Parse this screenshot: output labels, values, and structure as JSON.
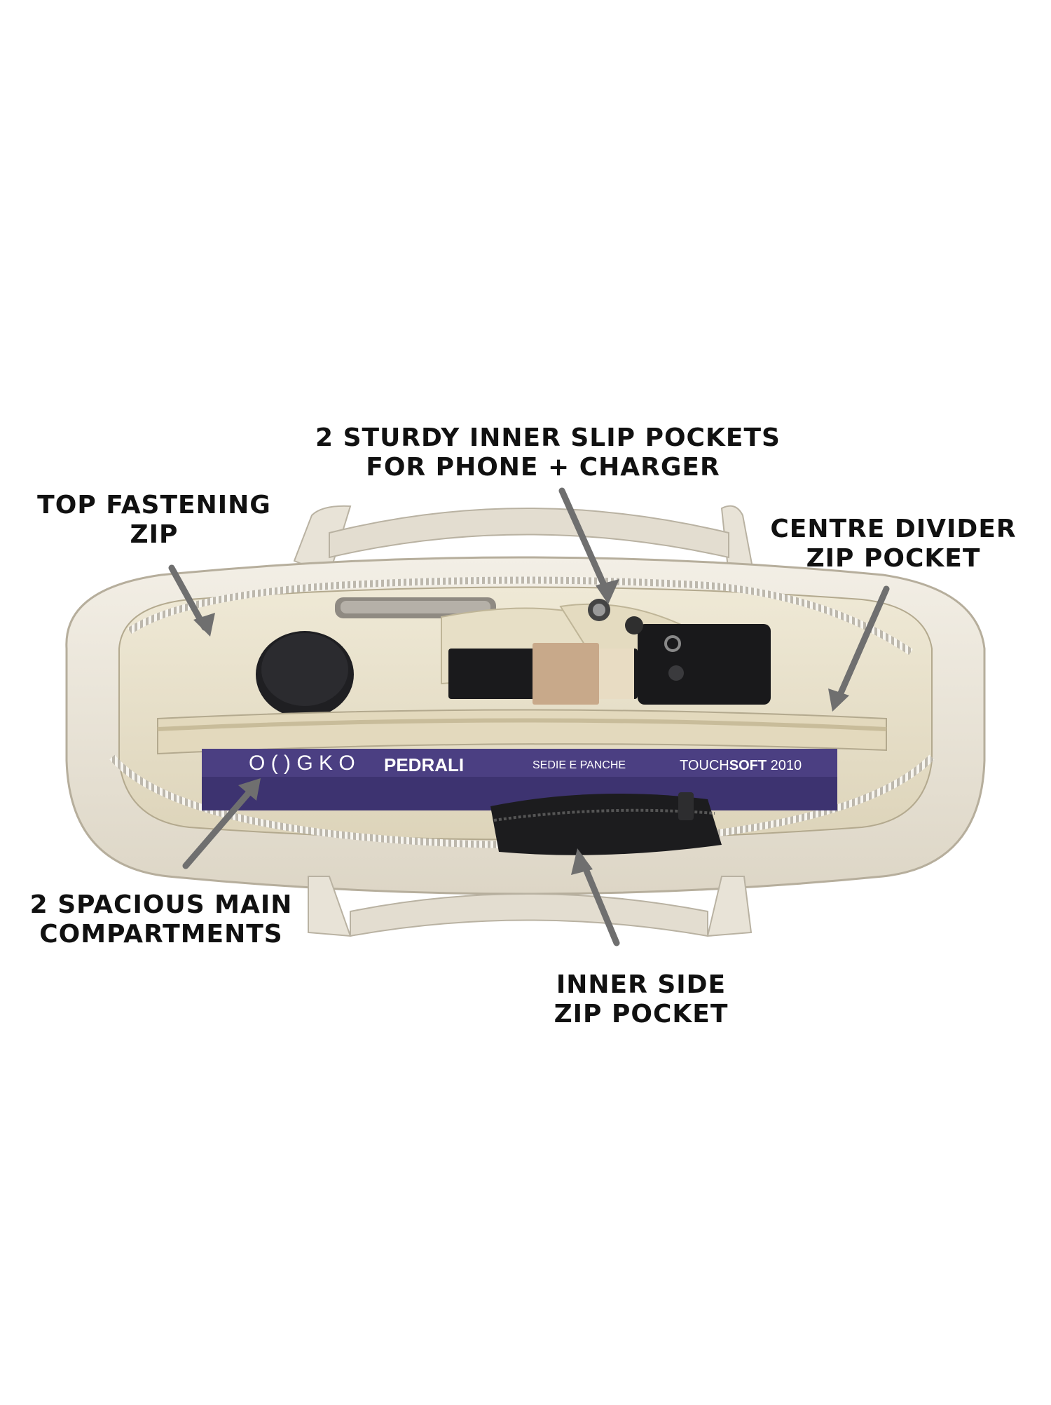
{
  "callouts": {
    "slip_pockets": {
      "line1": "2 STURDY INNER SLIP POCKETS",
      "line2": "FOR PHONE + CHARGER"
    },
    "top_zip": {
      "line1": "TOP FASTENING",
      "line2": "ZIP"
    },
    "centre_divider": {
      "line1": "CENTRE DIVIDER",
      "line2": "ZIP POCKET"
    },
    "main_compartments": {
      "line1": "2 SPACIOUS MAIN",
      "line2": "COMPARTMENTS"
    },
    "side_pocket": {
      "line1": "INNER SIDE",
      "line2": "ZIP POCKET"
    }
  },
  "book": {
    "title": "PEDRALI",
    "subtitle": "SEDIE E PANCHE",
    "edition_prefix": "TOUCH",
    "edition_bold": "SOFT",
    "edition_year": " 2010"
  },
  "colors": {
    "bag": "#ece7dc",
    "lining": "#e9e2cc",
    "arrow": "#6f6f6f",
    "book": "#4b3f82"
  }
}
